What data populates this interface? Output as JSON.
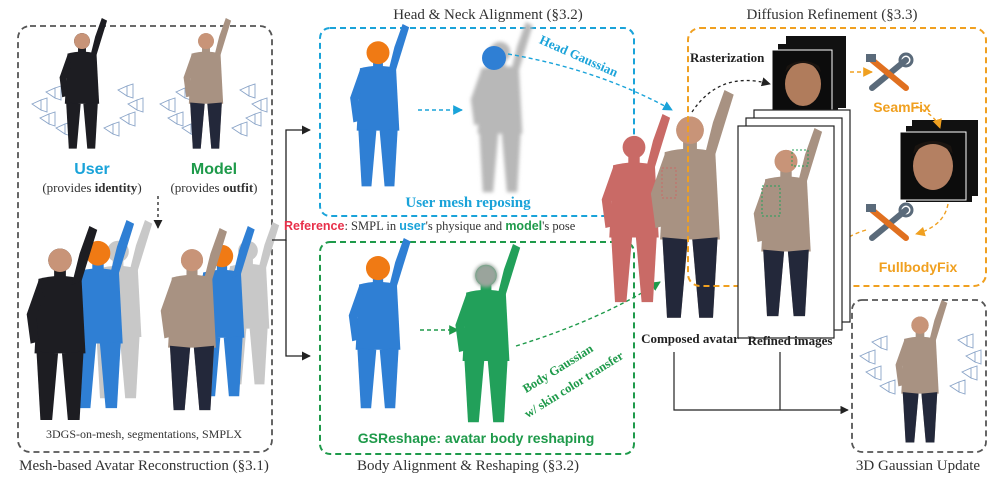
{
  "colors": {
    "blue": "#1aa3d9",
    "green": "#1e9a4a",
    "orange": "#f0a020",
    "red": "#e8304a",
    "gray": "#555555",
    "mesh_blue": "#2f7fd4",
    "mesh_green": "#22a05a",
    "mesh_gray": "#c8c8c8",
    "mesh_orange": "#f07a14",
    "mesh_red": "#c96a66"
  },
  "panels": {
    "recon": {
      "caption": "Mesh-based Avatar Reconstruction (§3.1)",
      "footer": "3DGS-on-mesh, segmentations, SMPLX"
    },
    "head": {
      "title": "Head & Neck Alignment (§3.2)",
      "label": "User mesh reposing",
      "arrow_label": "Head Gaussian"
    },
    "body": {
      "caption": "Body Alignment & Reshaping (§3.2)",
      "label": "GSReshape: avatar body reshaping",
      "arrow_label_1": "Body Gaussian",
      "arrow_label_2": "w/ skin color transfer"
    },
    "diffusion": {
      "title": "Diffusion Refinement (§3.3)",
      "rasterization": "Rasterization",
      "seamfix": "SeamFix",
      "fullbodyfix": "FullbodyFix"
    },
    "update": {
      "caption": "3D Gaussian Update"
    }
  },
  "user": {
    "name": "User",
    "provides_pre": "(provides ",
    "provides_bold": "identity",
    "provides_post": ")"
  },
  "model": {
    "name": "Model",
    "provides_pre": "(provides ",
    "provides_bold": "outfit",
    "provides_post": ")"
  },
  "reference": {
    "prefix": "Reference",
    "part1": ": SMPL in ",
    "user_word": "user",
    "part2": "'s physique and ",
    "model_word": "model",
    "part3": "'s pose"
  },
  "composed": {
    "label": "Composed avatar"
  },
  "refined": {
    "label": "Refined images"
  }
}
